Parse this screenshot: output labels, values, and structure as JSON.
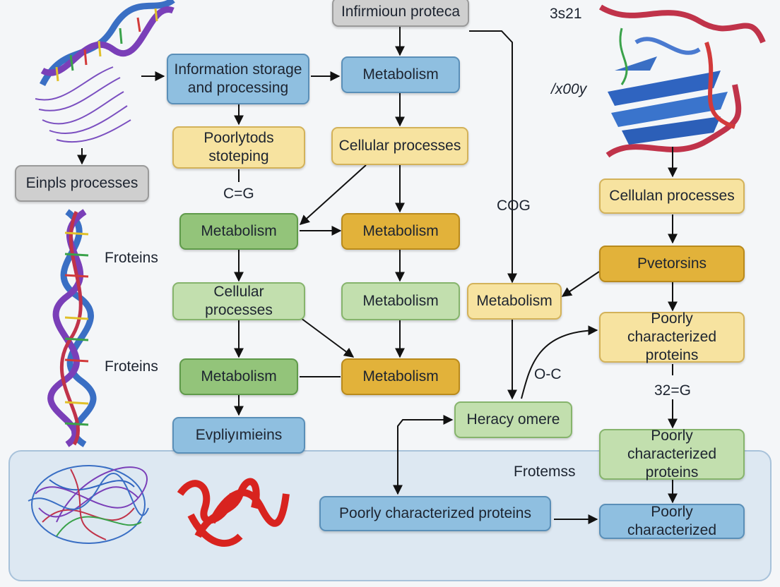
{
  "nodes": {
    "top": "Infirmioun proteca",
    "info_storage": "Information storage and processing",
    "metab_top": "Metabolism",
    "poorly_stoteping": "Poorlytods stoteping",
    "cellular_1": "Cellular processes",
    "einpls": "Einpls processes",
    "metab_green_1": "Metabolism",
    "metab_gold_1": "Metabolism",
    "cellular_2": "Cellular processes",
    "metab_lgreen": "Metabolism",
    "metab_yellow": "Metabolism",
    "metab_green_2": "Metabolism",
    "metab_gold_2": "Metabolism",
    "evpliy": "Evpliyımieins",
    "heracy": "Heracy omere",
    "cellulan": "Cellulan processes",
    "pvetorsins": "Pvetorsins",
    "poorly_char_1": "Poorly characterized proteins",
    "poorly_char_2": "Poorly characterized proteins",
    "poorly_char_wide": "Poorly characterized proteins",
    "poorly_char_short": "Poorly characterized"
  },
  "labels": {
    "s321": "3s21",
    "x00y": "/x00y",
    "cg": "C=G",
    "cog": "COG",
    "froteins_1": "Froteins",
    "froteins_2": "Froteins",
    "oc": "O-C",
    "g32": "32=G",
    "frotemss": "Frotemss"
  },
  "colors": {
    "blue": "#8fbfe0",
    "yellow": "#f7e3a0",
    "gold": "#e2b23a",
    "green": "#93c47a",
    "light_green": "#c2dfae",
    "gray": "#cfcfcf",
    "panel": "#dde8f2"
  },
  "illustrations": [
    "dna-helix-icon",
    "protein-ribbon-icon",
    "tangled-protein-icon",
    "red-protein-ribbon-icon"
  ]
}
